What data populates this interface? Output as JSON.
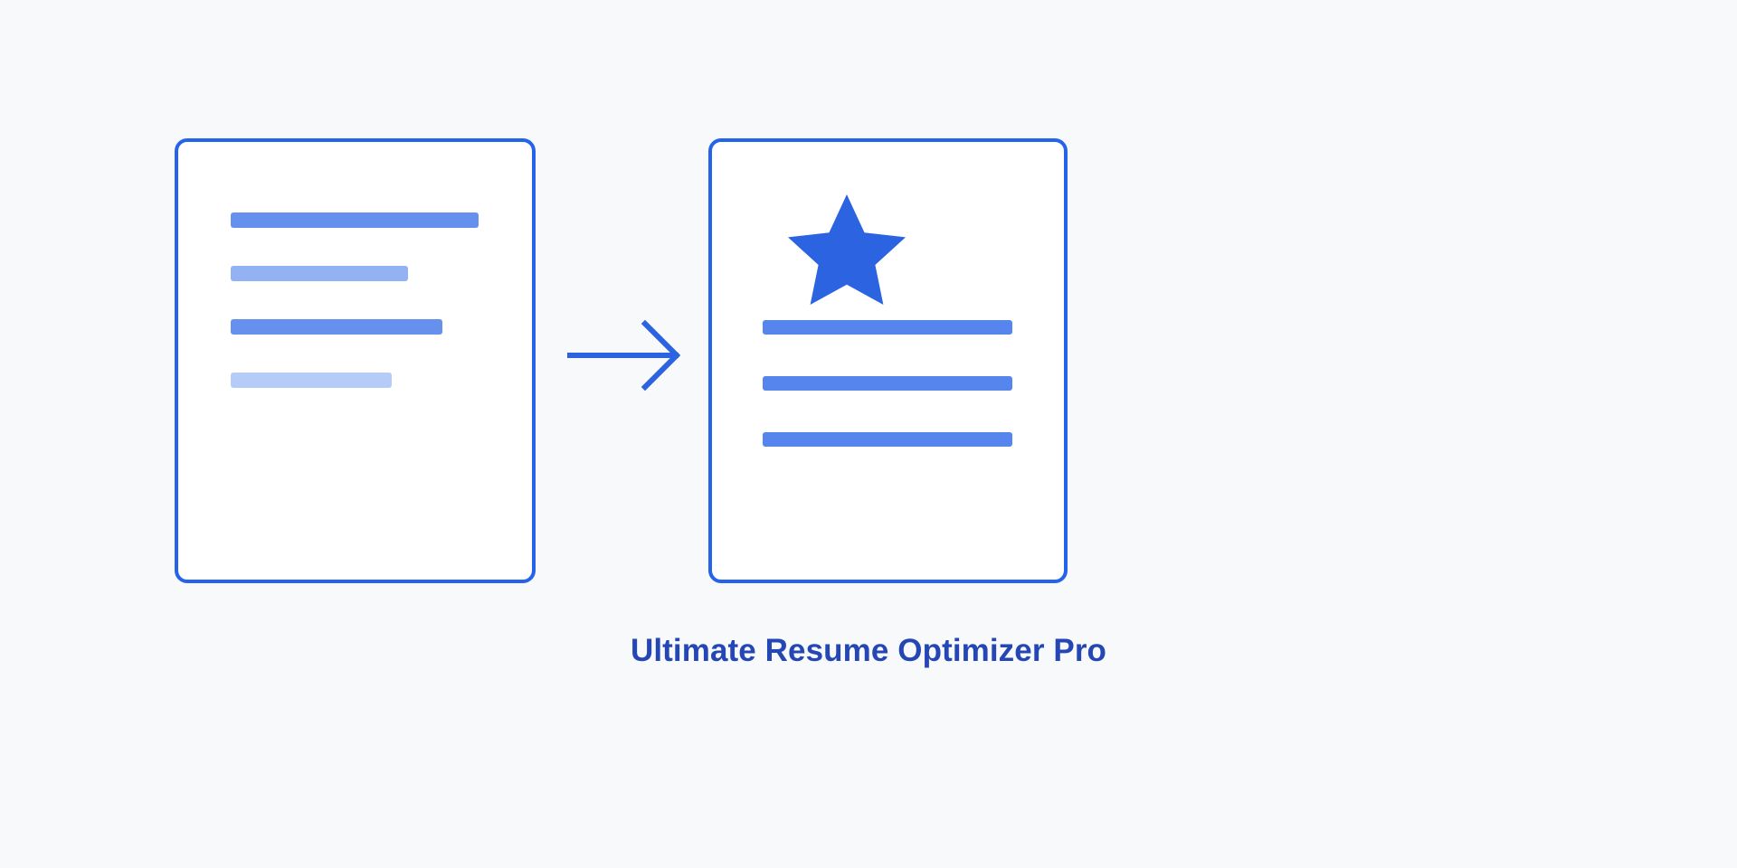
{
  "illustration": {
    "name": "resume-optimization-illustration",
    "background_color": "#f7f9fb",
    "accent_color": "#2563eb",
    "title_color": "#2546b5"
  },
  "before_card": {
    "label": "original-resume",
    "border_color": "#2563eb",
    "fill_color": "#ffffff",
    "lines": [
      {
        "icon": "text-line",
        "color": "#6690ee"
      },
      {
        "icon": "text-line",
        "color": "#93b2f4"
      },
      {
        "icon": "text-line",
        "color": "#6690ee"
      },
      {
        "icon": "text-line",
        "color": "#b6ccf8"
      }
    ]
  },
  "arrow": {
    "icon": "arrow-right-icon",
    "color": "#2b63e0",
    "stroke_width": 6
  },
  "after_card": {
    "label": "optimized-resume",
    "border_color": "#2563eb",
    "fill_color": "#ffffff",
    "badge": {
      "icon": "star-icon",
      "color": "#2b63e0"
    },
    "lines": [
      {
        "icon": "text-line",
        "color": "#5585ed"
      },
      {
        "icon": "text-line",
        "color": "#5585ed"
      },
      {
        "icon": "text-line",
        "color": "#5585ed"
      }
    ]
  },
  "caption": {
    "title": "Ultimate Resume Optimizer Pro"
  }
}
